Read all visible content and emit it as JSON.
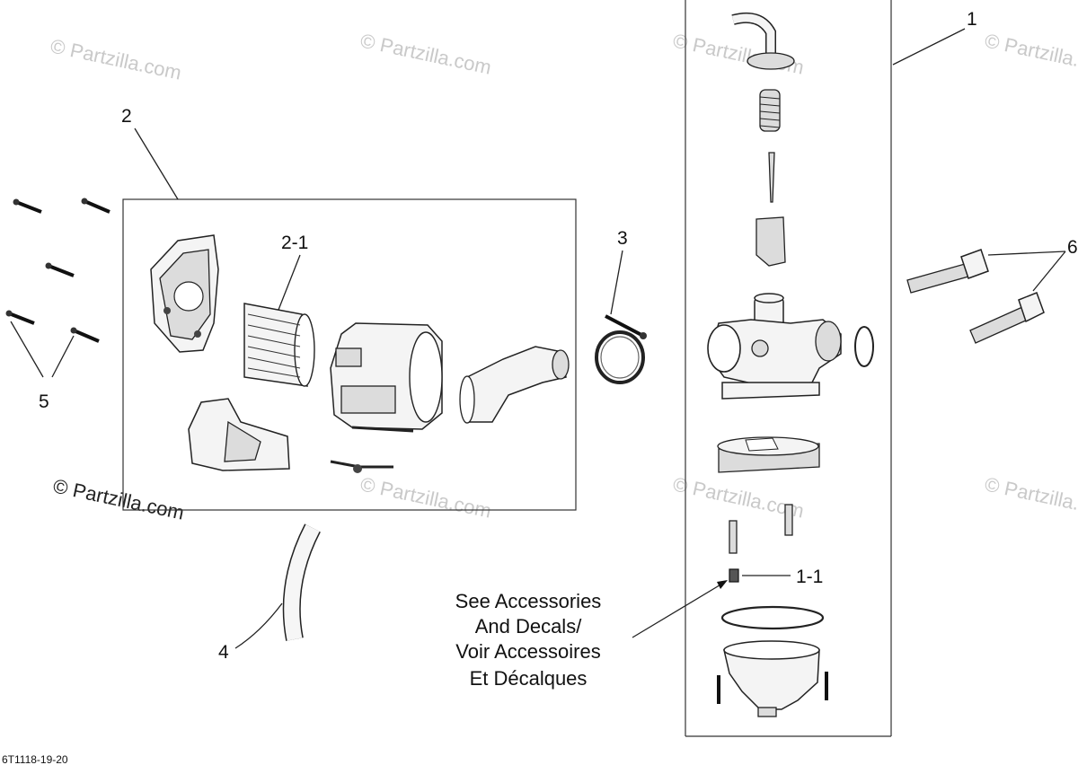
{
  "callouts": {
    "c1": "1",
    "c1_1": "1-1",
    "c2": "2",
    "c2_1": "2-1",
    "c3": "3",
    "c4": "4",
    "c5": "5",
    "c6": "6"
  },
  "note": {
    "line1": "See Accessories",
    "line2": "And Decals/",
    "line3": "Voir Accessoires",
    "line4": "Et Décalques"
  },
  "watermark": {
    "text": "© Partzilla.com",
    "prominent_line1": "© Partzilla",
    "prominent_line2": ".com"
  },
  "diagram_code": "6T1118-19-20"
}
